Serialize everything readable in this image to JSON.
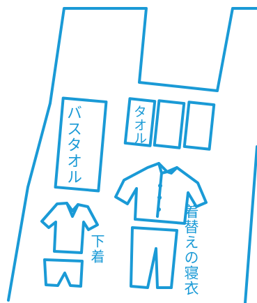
{
  "colors": {
    "line": "#1a9ad6",
    "background": "#ffffff"
  },
  "labels": {
    "bath_towel": "バスタオル",
    "towel": "タオル",
    "underwear": "下着",
    "pajamas": "着替えの寝衣"
  },
  "icons": {
    "bag": "shopping-bag-outline",
    "shirt_small": "t-shirt-icon",
    "shorts": "shorts-icon",
    "pajama_top": "pajama-top-icon",
    "pajama_pants": "pajama-pants-icon"
  }
}
